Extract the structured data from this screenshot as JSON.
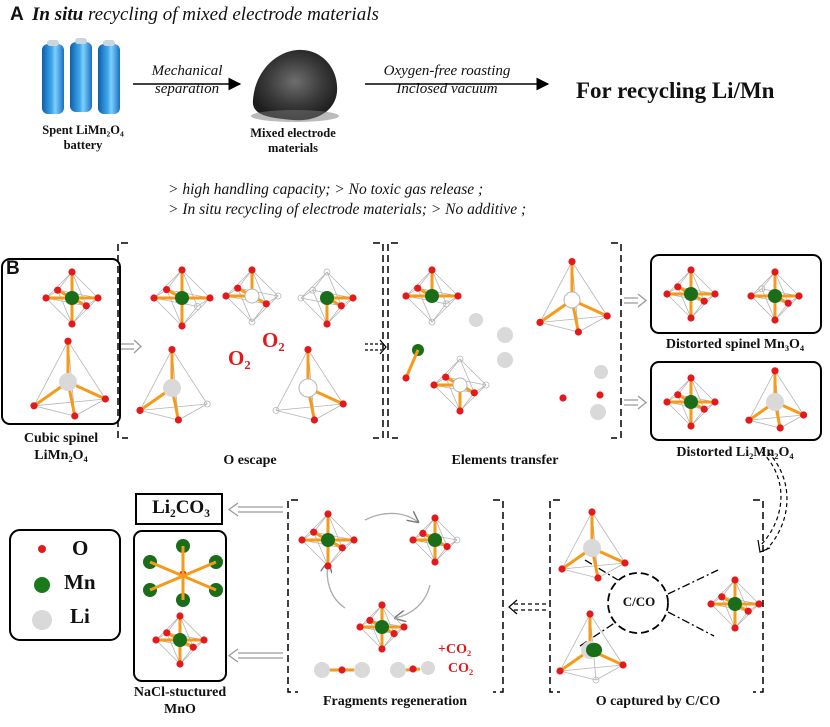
{
  "panelA": {
    "letter": "A",
    "title_italic_bold": "In situ",
    "title_rest": " recycling of mixed electrode materials",
    "battery_caption_line1": "Spent LiMn₂O₄",
    "battery_caption_line2": "battery",
    "step1_line1": "Mechanical",
    "step1_line2": "separation",
    "powder_caption_line1": "Mixed electrode",
    "powder_caption_line2": "materials",
    "step2_line1": "Oxygen-free roasting",
    "step2_line2": "Inclosed vacuum",
    "result": "For recycling Li/Mn",
    "advantages_line1": "> high handling capacity; > No toxic gas release ;",
    "advantages_line2": "> In situ recycling of electrode materials; > No additive ;"
  },
  "panelB": {
    "letter": "B",
    "cubic_line1": "Cubic spinel",
    "cubic_line2": "LiMn₂O₄",
    "o_escape": "O escape",
    "o2_label": "O₂",
    "elements_transfer": "Elements transfer",
    "distorted_mn3o4": "Distorted spinel Mn₃O₄",
    "distorted_li2mn2o4": "Distorted Li₂Mn₂O₄",
    "li2co3": "Li₂CO₃",
    "nacl_line1": "NaCl-stuctured",
    "nacl_line2": "MnO",
    "fragments_regeneration": "Fragments regeneration",
    "plus_co2": "+CO₂",
    "co2": "CO₂",
    "c_co": "C/CO",
    "o_captured": "O captured by C/CO",
    "legend": [
      {
        "symbol": "O",
        "color": "#e31a1c"
      },
      {
        "symbol": "Mn",
        "color": "#1a7a1a"
      },
      {
        "symbol": "Li",
        "color": "#d9d9d9"
      }
    ]
  }
}
